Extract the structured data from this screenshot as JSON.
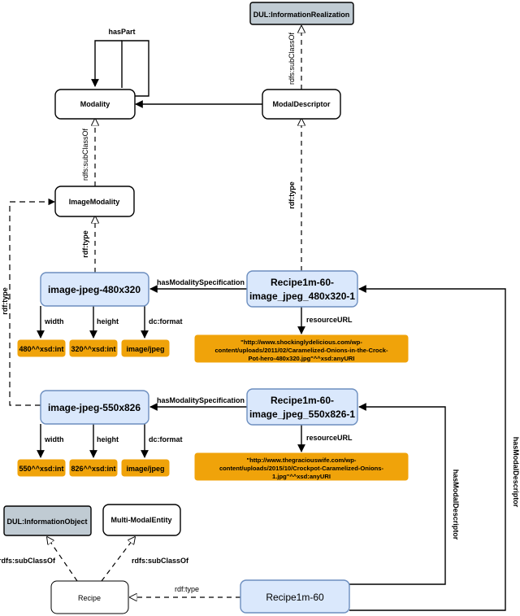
{
  "nodes": {
    "dul_information_realization": "DUL:InformationRealization",
    "modality": "Modality",
    "modal_descriptor": "ModalDescriptor",
    "image_modality": "ImageModality",
    "img_480": "image-jpeg-480x320",
    "recipe_480_line1": "Recipe1m-60-",
    "recipe_480_line2": "image_jpeg_480x320-1",
    "width_480": "480^^xsd:int",
    "height_480": "320^^xsd:int",
    "format_480": "image/jpeg",
    "url_480_line1": "\"http://www.shockinglydelicious.com/wp-",
    "url_480_line2": "content/uploads/2011/02/Caramelized-Onions-in-the-Crock-",
    "url_480_line3": "Pot-hero-480x320.jpg\"^^xsd:anyURI",
    "img_550": "image-jpeg-550x826",
    "recipe_550_line1": "Recipe1m-60-",
    "recipe_550_line2": "image_jpeg_550x826-1",
    "width_550": "550^^xsd:int",
    "height_550": "826^^xsd:int",
    "format_550": "image/jpeg",
    "url_550_line1": "\"http://www.thegraciouswife.com/wp-",
    "url_550_line2": "content/uploads/2015/10/Crockpot-Caramelized-Onions-",
    "url_550_line3": "1.jpg\"^^xsd:anyURI",
    "dul_information_object": "DUL:InformationObject",
    "multi_modal_entity": "Multi-ModalEntity",
    "recipe": "Recipe",
    "recipe1m_60": "Recipe1m-60"
  },
  "edges": {
    "has_part": "hasPart",
    "subclass_md": "rdfs:subClassOf",
    "subclass_im": "rdfs:subClassOf",
    "rdftype_md": "rdf:type",
    "rdftype_im": "rdf:type",
    "rdftype_left": "rdf:type",
    "has_modality_spec_1": "hasModalitySpecification",
    "has_modality_spec_2": "hasModalitySpecification",
    "width_1": "width",
    "height_1": "height",
    "format_1": "dc:format",
    "width_2": "width",
    "height_2": "height",
    "format_2": "dc:format",
    "resource_url_1": "resourceURL",
    "resource_url_2": "resourceURL",
    "subclass_recipe_left": "rdfs:subClassOf",
    "subclass_recipe_right": "rdfs:subClassOf",
    "rdftype_recipe": "rdf:type",
    "has_modal_descriptor_1": "hasModalDescriptor",
    "has_modal_descriptor_2": "hasModalDescriptor"
  },
  "colors": {
    "node_blue": "#dae8fc",
    "node_blue_border": "#6c8ebf",
    "node_gray": "#c0cbd3",
    "node_orange": "#f0a30a",
    "node_white": "#ffffff"
  }
}
